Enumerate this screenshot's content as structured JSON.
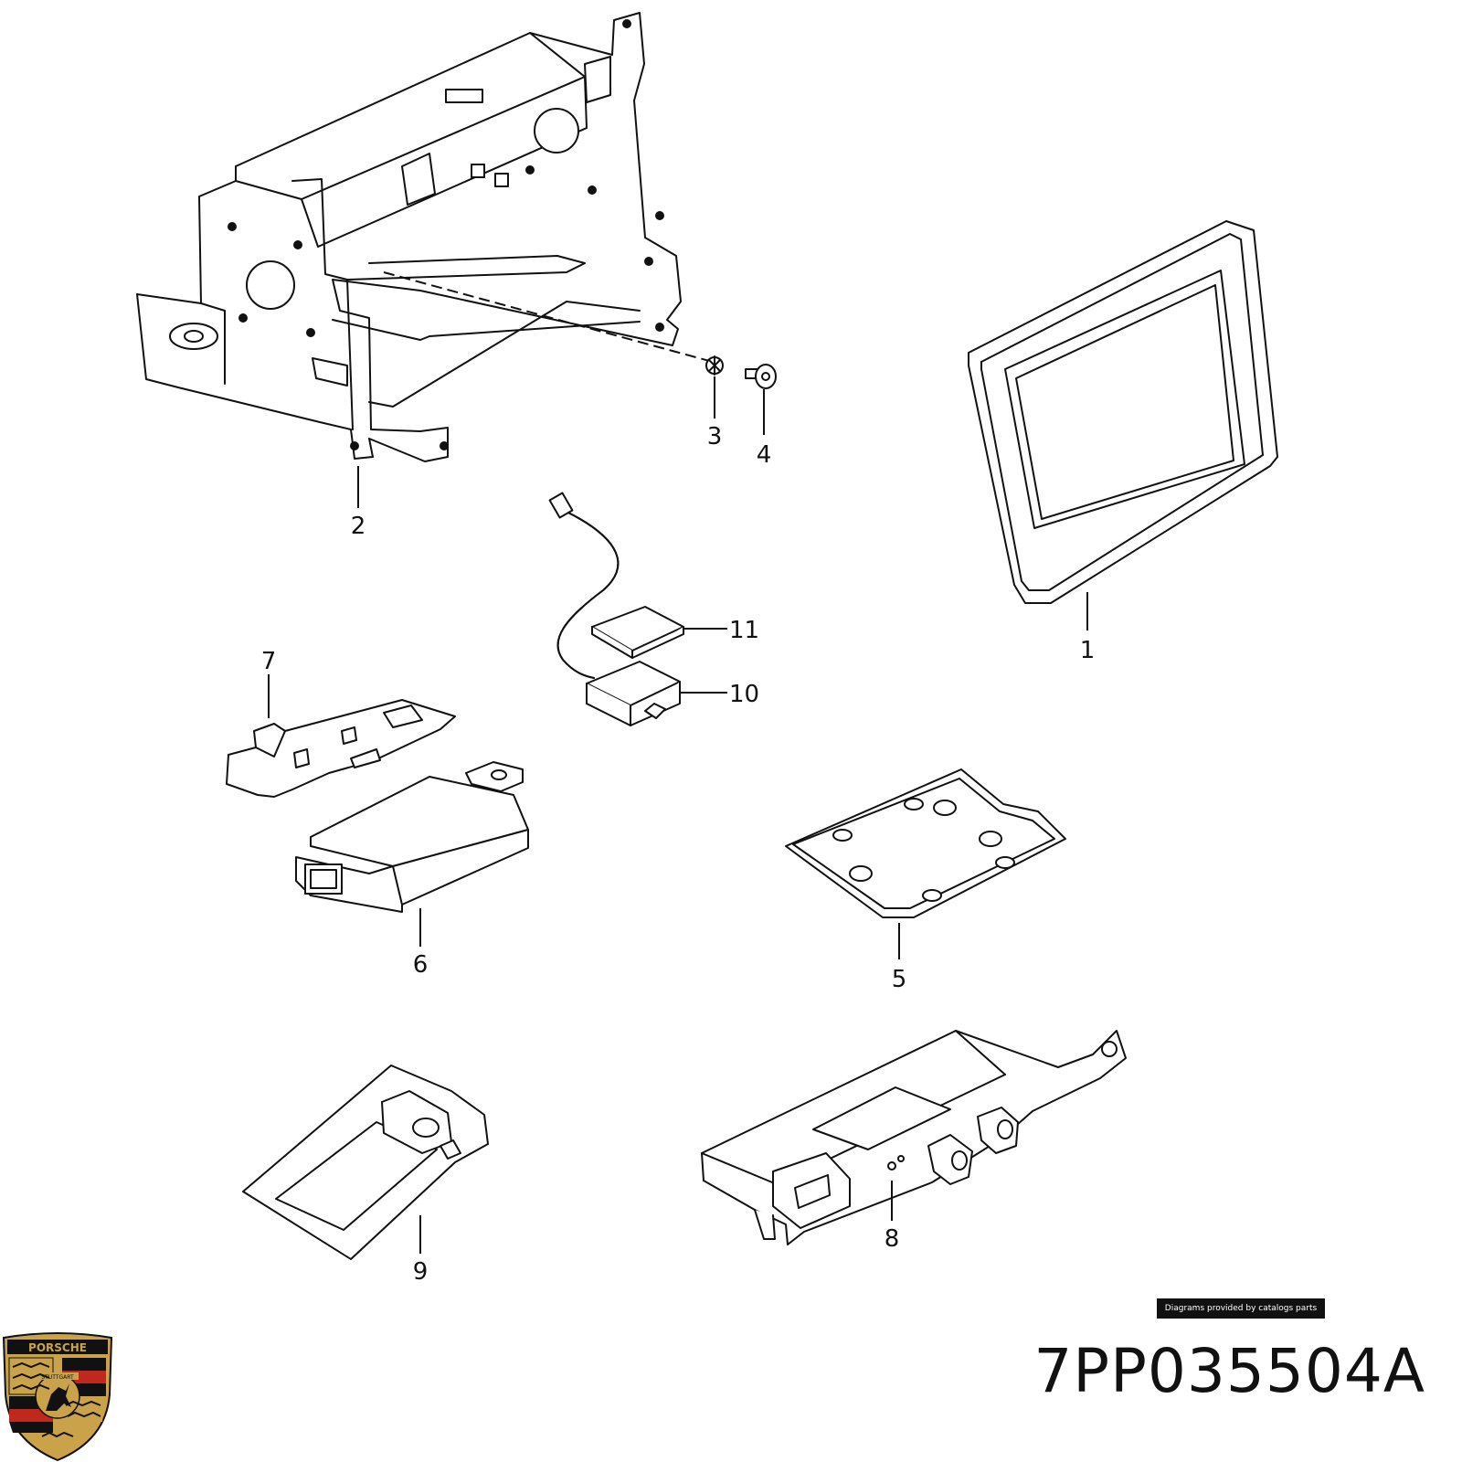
{
  "callouts": [
    {
      "id": "1",
      "label": "1"
    },
    {
      "id": "2",
      "label": "2"
    },
    {
      "id": "3",
      "label": "3"
    },
    {
      "id": "4",
      "label": "4"
    },
    {
      "id": "5",
      "label": "5"
    },
    {
      "id": "6",
      "label": "6"
    },
    {
      "id": "7",
      "label": "7"
    },
    {
      "id": "8",
      "label": "8"
    },
    {
      "id": "9",
      "label": "9"
    },
    {
      "id": "10",
      "label": "10"
    },
    {
      "id": "11",
      "label": "11"
    }
  ],
  "part_number": "7PP035504A",
  "credit": "Diagrams provided by catalogs parts",
  "logo": {
    "brand": "PORSCHE",
    "city": "STUTTGART",
    "colors": {
      "gold": "#c9a24a",
      "red": "#c0271d",
      "black": "#111111"
    }
  }
}
